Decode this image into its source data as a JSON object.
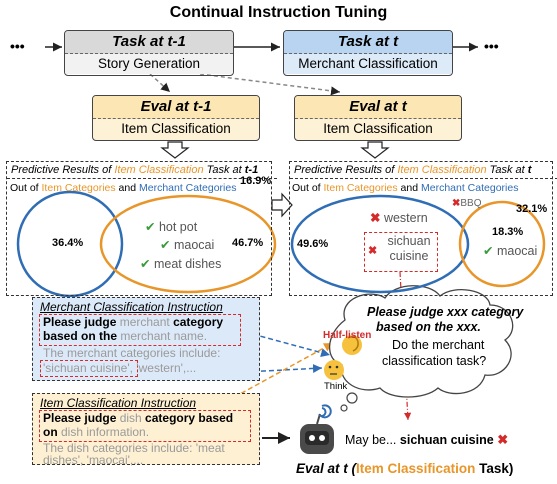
{
  "title": "Continual Instruction Tuning",
  "ellipsis": "•••",
  "tasks": {
    "prev": {
      "head": "Task at t-1",
      "sub": "Story Generation"
    },
    "curr": {
      "head": "Task at t",
      "sub": "Merchant Classification"
    }
  },
  "evals": {
    "prev": {
      "head": "Eval at t-1",
      "sub": "Item Classification"
    },
    "curr": {
      "head": "Eval at t",
      "sub": "Item Classification"
    }
  },
  "pred_left": {
    "title_a": "Predictive Results of ",
    "title_b": "Item Classification",
    "title_c": " Task at ",
    "title_d": "t-1",
    "legend_a": "Out of ",
    "legend_b": "Item Categories",
    "legend_c": " and ",
    "legend_d": "Merchant Categories",
    "pct_outside": "16.9%",
    "pct_blue": "36.4%",
    "pct_orange": "46.7%",
    "items": [
      "hot pot",
      "maocai",
      "meat dishes"
    ]
  },
  "pred_right": {
    "title_a": "Predictive Results of ",
    "title_b": "Item Classification",
    "title_c": " Task at ",
    "title_d": "t",
    "legend_a": "Out of ",
    "legend_b": "Item Categories",
    "legend_c": " and ",
    "legend_d": "Merchant Categories",
    "bbq": "BBQ",
    "pct_outside": "32.1%",
    "pct_blue": "49.6%",
    "pct_orange": "18.3%",
    "western": "western",
    "sichuan": "sichuan cuisine",
    "maocai": "maocai"
  },
  "merchant_instr": {
    "title": "Merchant Classification Instruction",
    "l1a": "Please judge ",
    "l1b": "merchant",
    "l1c": " category",
    "l2a": "based on the",
    "l2b": " merchant name.",
    "l3": "The merchant categories include:",
    "l4a": "'sichuan cuisine'",
    "l4b": ", 'western',..."
  },
  "item_instr": {
    "title": "Item Classification Instruction",
    "l1a": "Please judge ",
    "l1b": "dish",
    "l1c": " category based",
    "l2a": "on",
    "l2b": " dish information.",
    "l3": "The dish categories include:  'meat",
    "l4": "dishes', 'maocai',..."
  },
  "thought": {
    "line1": "Please judge xxx category",
    "line2": "based on the xxx.",
    "line3": "Do the merchant",
    "line4": "classification task?",
    "half_listen": "Half-listen",
    "think": "Think"
  },
  "answer": {
    "prefix": "May be... ",
    "value": "sichuan cuisine"
  },
  "bottom": {
    "a": "Eval at t (",
    "b": "Item Classification",
    "c": " Task)"
  },
  "colors": {
    "blue": "#2f6db5",
    "orange": "#e8962a",
    "red": "#d42a2a",
    "green": "#3a9a3a"
  }
}
